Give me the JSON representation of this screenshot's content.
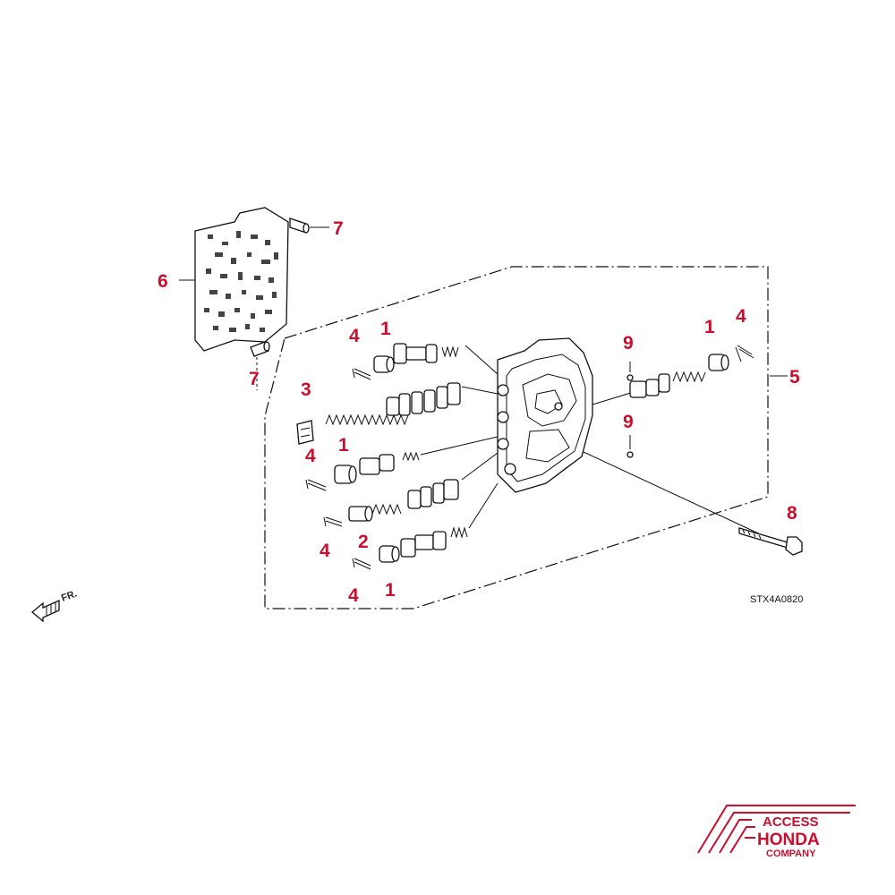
{
  "diagram": {
    "diagram_code": "STX4A0820",
    "direction_label": "FR.",
    "callouts": [
      {
        "id": "c1a",
        "label": "1"
      },
      {
        "id": "c1b",
        "label": "1"
      },
      {
        "id": "c1c",
        "label": "1"
      },
      {
        "id": "c1d",
        "label": "1"
      },
      {
        "id": "c2",
        "label": "2"
      },
      {
        "id": "c3",
        "label": "3"
      },
      {
        "id": "c4a",
        "label": "4"
      },
      {
        "id": "c4b",
        "label": "4"
      },
      {
        "id": "c4c",
        "label": "4"
      },
      {
        "id": "c4d",
        "label": "4"
      },
      {
        "id": "c4e",
        "label": "4"
      },
      {
        "id": "c5",
        "label": "5"
      },
      {
        "id": "c6",
        "label": "6"
      },
      {
        "id": "c7a",
        "label": "7"
      },
      {
        "id": "c7b",
        "label": "7"
      },
      {
        "id": "c8",
        "label": "8"
      },
      {
        "id": "c9a",
        "label": "9"
      },
      {
        "id": "c9b",
        "label": "9"
      }
    ]
  },
  "logo": {
    "line1": "ACCESS",
    "line2": "HONDA",
    "line3": "COMPANY",
    "color": "#c8102e"
  }
}
